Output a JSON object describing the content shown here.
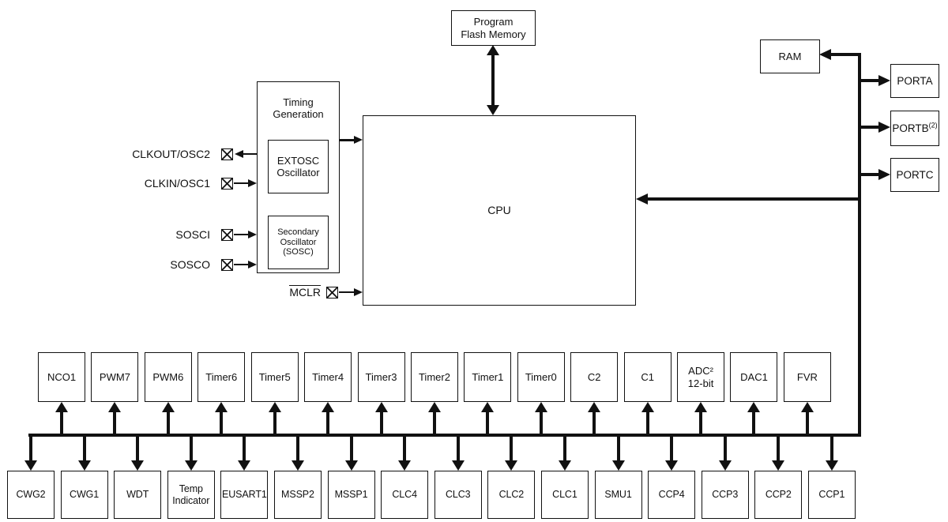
{
  "colors": {
    "line": "#111111",
    "background": "#ffffff"
  },
  "memory": {
    "program_flash": "Program\nFlash Memory",
    "ram": "RAM"
  },
  "cpu": {
    "label": "CPU"
  },
  "timing": {
    "title": "Timing\nGeneration",
    "extosc": "EXTOSC\nOscillator",
    "sosc": "Secondary\nOscillator\n(SOSC)"
  },
  "ports": [
    {
      "name": "PORTA",
      "note": ""
    },
    {
      "name": "PORTB",
      "note": "(2)"
    },
    {
      "name": "PORTC",
      "note": ""
    }
  ],
  "pins": {
    "clkout": "CLKOUT/OSC2",
    "clkin": "CLKIN/OSC1",
    "sosci": "SOSCI",
    "sosco": "SOSCO",
    "mclr": "MCLR"
  },
  "peripheral_row_top": [
    "NCO1",
    "PWM7",
    "PWM6",
    "Timer6",
    "Timer5",
    "Timer4",
    "Timer3",
    "Timer2",
    "Timer1",
    "Timer0",
    "C2",
    "C1",
    "ADC²\n12-bit",
    "DAC1",
    "FVR"
  ],
  "peripheral_row_bottom": [
    "CWG2",
    "CWG1",
    "WDT",
    "Temp\nIndicator",
    "EUSART1",
    "MSSP2",
    "MSSP1",
    "CLC4",
    "CLC3",
    "CLC2",
    "CLC1",
    "SMU1",
    "CCP4",
    "CCP3",
    "CCP2",
    "CCP1"
  ]
}
